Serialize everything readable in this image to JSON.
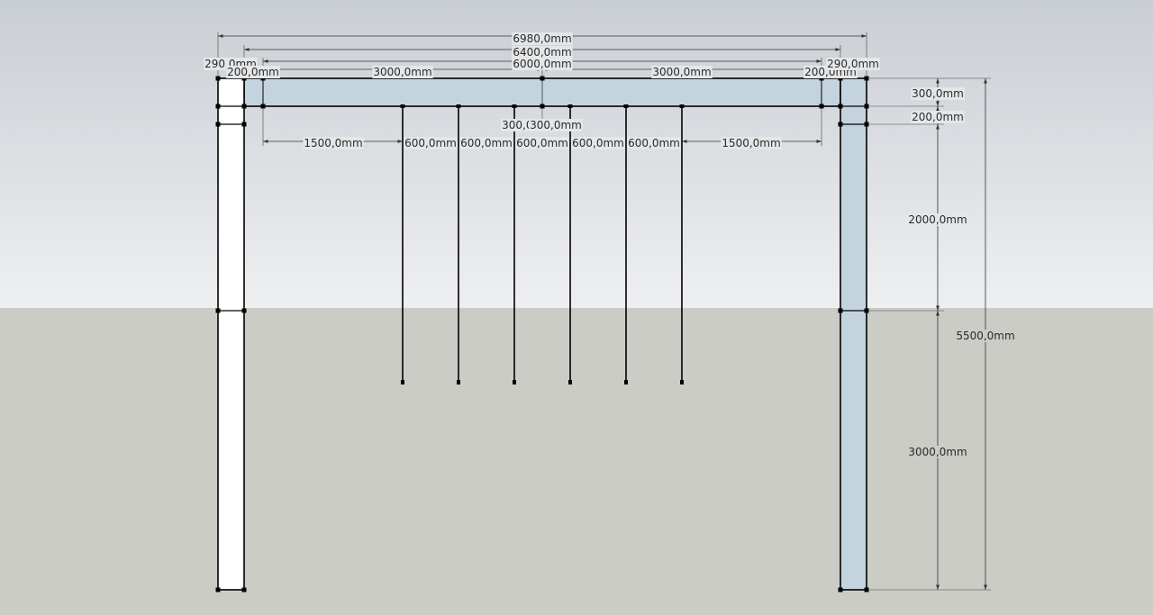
{
  "colors": {
    "sky_top": "#c9ced3",
    "sky_bottom": "#eeeff1",
    "ground": "#cbccc6",
    "beam_fill": "#c4d4df",
    "left_post_fill": "#ffffff",
    "line": "#000000",
    "dimension": "#333333"
  },
  "dimensions": {
    "overall_width": "6980,0mm",
    "inner_width": "6400,0mm",
    "beam_width": "6000,0mm",
    "left_post_width": "290,0mm",
    "left_post_gap": "200,0mm",
    "left_half": "3000,0mm",
    "right_half": "3000,0mm",
    "right_post_gap": "200,0mm",
    "right_post_width": "290,0mm",
    "beam_height": "300,0mm",
    "band_height": "200,0mm",
    "upper_post": "2000,0mm",
    "lower_post": "3000,0mm",
    "overall_height": "5500,0mm",
    "center_left": "300,0mm",
    "center_right": "300,0mm",
    "edge_left": "1500,0mm",
    "spacing_1": "600,0mm",
    "spacing_2": "600,0mm",
    "spacing_3": "600,0mm",
    "spacing_4": "600,0mm",
    "spacing_5": "600,0mm",
    "edge_right": "1500,0mm"
  }
}
